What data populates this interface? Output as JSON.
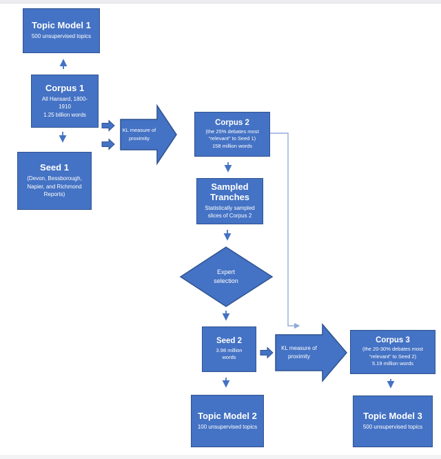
{
  "figure": {
    "colors": {
      "node_fill": "#4472C4",
      "node_border": "#2F528F",
      "connector": "#4472C4",
      "elbow_connector": "#8FAADC",
      "text": "#FFFFFF"
    },
    "nodes": {
      "topic_model_1": {
        "title": "Topic Model 1",
        "subtitle": "500 unsupervised topics"
      },
      "corpus_1": {
        "title": "Corpus 1",
        "subtitle": "All Hansard, 1800-\n1910\n1.25 billion words"
      },
      "seed_1": {
        "title": "Seed 1",
        "subtitle": "(Devon, Bessborough,\nNapier, and Richmond\nReports)"
      },
      "kl_1": {
        "label": "KL measure of\nproximity"
      },
      "corpus_2": {
        "title": "Corpus 2",
        "subtitle": "(the 25% debates most\n“relevant” to Seed 1)\n158 million words"
      },
      "sampled_tranches": {
        "title": "Sampled\nTranches",
        "subtitle": "Statistically sampled\nslices of Corpus 2"
      },
      "expert_selection": {
        "title": "Expert\nselection"
      },
      "seed_2": {
        "title": "Seed 2",
        "subtitle": "3.98 million\nwords"
      },
      "kl_2": {
        "label": "KL measure of\nproximity"
      },
      "corpus_3": {
        "title": "Corpus 3",
        "subtitle": "(the 20-30% debates most\n“relevant” to Seed 2)\n5.19 million words"
      },
      "topic_model_2": {
        "title": "Topic Model 2",
        "subtitle": "100 unsupervised topics"
      },
      "topic_model_3": {
        "title": "Topic Model 3",
        "subtitle": "500 unsupervised topics"
      }
    }
  }
}
